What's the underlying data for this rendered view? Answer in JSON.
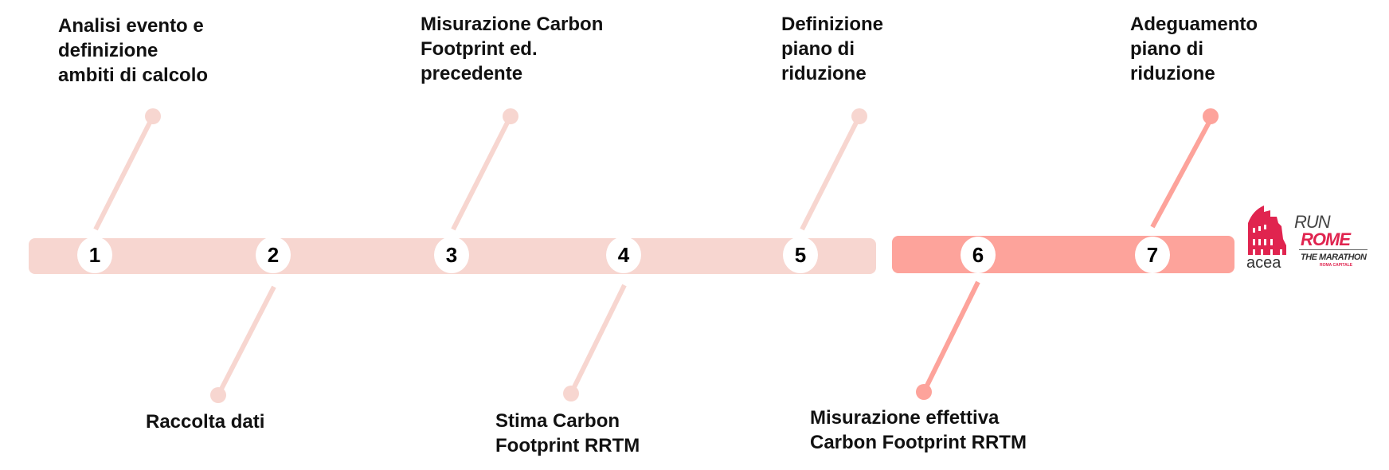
{
  "colors": {
    "phase1": "#f7d6d0",
    "phase2": "#fda39b",
    "logo_red": "#e0244f",
    "logo_grey": "#333333"
  },
  "steps": [
    {
      "number": "1",
      "label": "Analisi evento e\ndefinizione\nambiti di calcolo",
      "position": "top",
      "phase": 1
    },
    {
      "number": "2",
      "label": "Raccolta dati",
      "position": "bottom",
      "phase": 1
    },
    {
      "number": "3",
      "label": "Misurazione Carbon\nFootprint ed.\nprecedente",
      "position": "top",
      "phase": 1
    },
    {
      "number": "4",
      "label": "Stima Carbon\nFootprint RRTM",
      "position": "bottom",
      "phase": 1
    },
    {
      "number": "5",
      "label": "Definizione\npiano di\nriduzione",
      "position": "top",
      "phase": 1
    },
    {
      "number": "6",
      "label": "Misurazione effettiva\nCarbon Footprint RRTM",
      "position": "bottom",
      "phase": 2
    },
    {
      "number": "7",
      "label": "Adeguamento\npiano di\nriduzione",
      "position": "top",
      "phase": 2
    }
  ],
  "logo": {
    "run": "RUN",
    "rome": "ROME",
    "acea": "acea",
    "marathon": "THE MARATHON",
    "roma": "ROMA CAPITALE"
  }
}
